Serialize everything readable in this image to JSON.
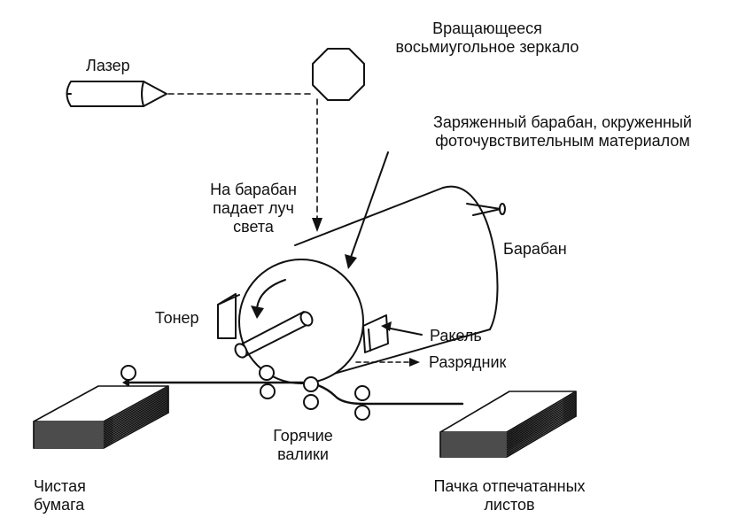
{
  "labels": {
    "laser": "Лазер",
    "mirror": [
      "Вращающееся",
      "восьмиугольное зеркало"
    ],
    "charged_drum": [
      "Заряженный барабан, окруженный",
      "фотočувствительным материалом"
    ],
    "light_hits": [
      "На барабан",
      "падает луч",
      "света"
    ],
    "drum": "Барабан",
    "toner": "Тонер",
    "scraper": "Ракель",
    "discharger": "Разрядник",
    "hot_rollers": [
      "Горячие",
      "валики"
    ],
    "clean_paper": [
      "Чистая",
      "бумага"
    ],
    "printed_stack": [
      "Пачка отпечатанных",
      "листов"
    ]
  },
  "colors": {
    "line": "#111111",
    "background": "#ffffff"
  }
}
